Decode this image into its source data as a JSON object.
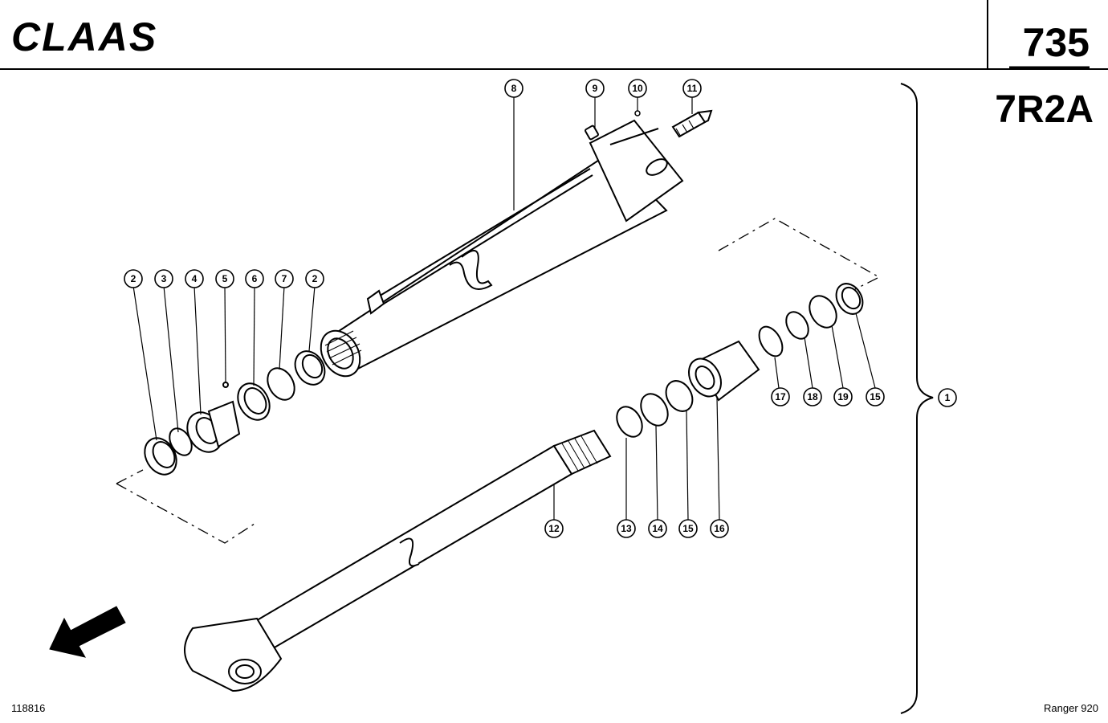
{
  "header": {
    "brand": "CLAAS",
    "page_number": "735",
    "group_code": "7R2A"
  },
  "footer": {
    "drawing_number": "118816",
    "model": "Ranger 920"
  },
  "callouts": [
    "1",
    "2",
    "3",
    "4",
    "5",
    "6",
    "7",
    "2",
    "8",
    "9",
    "10",
    "11",
    "12",
    "13",
    "14",
    "15",
    "16",
    "17",
    "18",
    "19",
    "15"
  ]
}
